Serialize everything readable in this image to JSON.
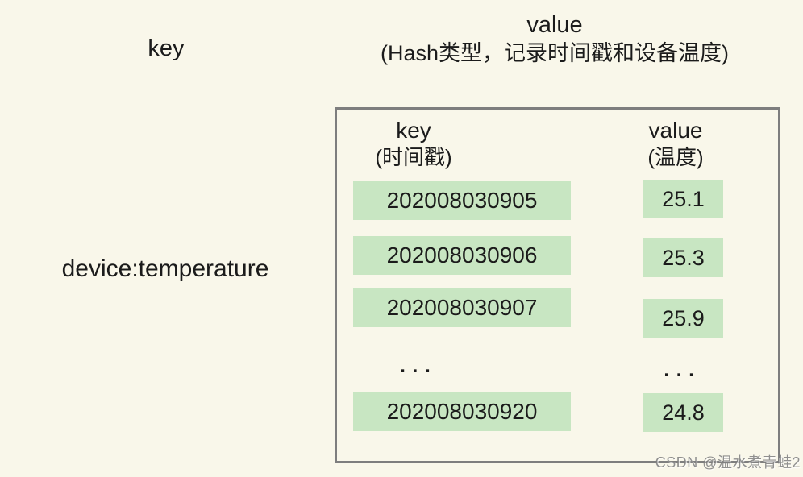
{
  "diagram": {
    "outer_key_label": "key",
    "outer_value_label": "value",
    "outer_value_sublabel": "(Hash类型，记录时间戳和设备温度)",
    "device_key": "device:temperature"
  },
  "hash_table": {
    "key_column": {
      "header": "key",
      "subheader": "(时间戳)"
    },
    "value_column": {
      "header": "value",
      "subheader": "(温度)"
    },
    "rows": [
      {
        "key": "202008030905",
        "value": "25.1"
      },
      {
        "key": "202008030906",
        "value": "25.3"
      },
      {
        "key": "202008030907",
        "value": "25.9"
      },
      {
        "key": "202008030920",
        "value": "24.8"
      }
    ],
    "ellipsis": "..."
  },
  "watermark": "CSDN @温水煮青蛙2",
  "colors": {
    "background": "#F9F7EA",
    "cell_green": "#C8E6C2",
    "box_border": "#7E7E7E",
    "text": "#1B1B1B",
    "watermark_gray": "#7D7D7D"
  }
}
